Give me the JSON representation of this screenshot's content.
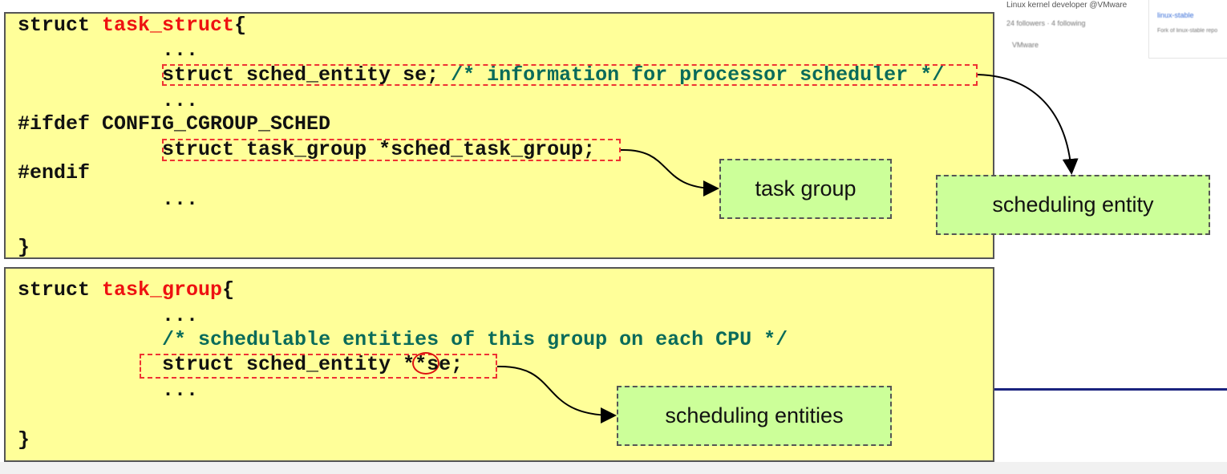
{
  "background_page": {
    "bio": "Linux kernel developer @VMware",
    "followers": "24 followers · 4 following",
    "company": "VMware",
    "repo_name": "linux-stable",
    "repo_desc": "Fork of linux-stable repo"
  },
  "task_struct_code": [
    [
      {
        "t": "struct ",
        "c": "k"
      },
      {
        "t": "task_struct",
        "c": "r"
      },
      {
        "t": "{",
        "c": "k"
      }
    ],
    [
      {
        "t": "            ...",
        "c": "k"
      }
    ],
    [
      {
        "t": "            struct sched_entity se; ",
        "c": "k"
      },
      {
        "t": "/* information for processor scheduler */",
        "c": "g"
      }
    ],
    [
      {
        "t": "            ...",
        "c": "k"
      }
    ],
    [
      {
        "t": "#ifdef CONFIG_CGROUP_SCHED",
        "c": "k"
      }
    ],
    [
      {
        "t": "            struct task_group *sched_task_group;",
        "c": "k"
      }
    ],
    [
      {
        "t": "#endif",
        "c": "k"
      }
    ],
    [
      {
        "t": "            ...",
        "c": "k"
      }
    ],
    [
      {
        "t": "",
        "c": "k"
      }
    ],
    [
      {
        "t": "}",
        "c": "k"
      }
    ]
  ],
  "task_group_code": [
    [
      {
        "t": "struct ",
        "c": "k"
      },
      {
        "t": "task_group",
        "c": "r"
      },
      {
        "t": "{",
        "c": "k"
      }
    ],
    [
      {
        "t": "            ...",
        "c": "k"
      }
    ],
    [
      {
        "t": "            ",
        "c": "k"
      },
      {
        "t": "/* schedulable entities of this group on each CPU */",
        "c": "g"
      }
    ],
    [
      {
        "t": "            struct sched_entity **se;",
        "c": "k"
      }
    ],
    [
      {
        "t": "            ...",
        "c": "k"
      }
    ],
    [
      {
        "t": "",
        "c": "k"
      }
    ],
    [
      {
        "t": "}",
        "c": "k"
      }
    ]
  ],
  "labels": {
    "task_group": "task group",
    "scheduling_entity": "scheduling entity",
    "scheduling_entities": "scheduling entities"
  },
  "colors": {
    "code_bg": "#ffff99",
    "label_bg": "#ccff99",
    "keyword": "#ee1111",
    "comment": "#0a6b5a",
    "highlight": "#ee3333"
  }
}
